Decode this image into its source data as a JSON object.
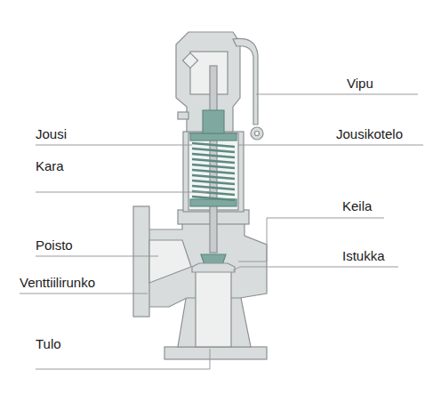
{
  "diagram": {
    "labels": [
      "Vipu",
      "Jousi",
      "Jousikotelo",
      "Kara",
      "Keila",
      "Poisto",
      "Istukka",
      "Venttiilirunko",
      "Tulo"
    ]
  }
}
